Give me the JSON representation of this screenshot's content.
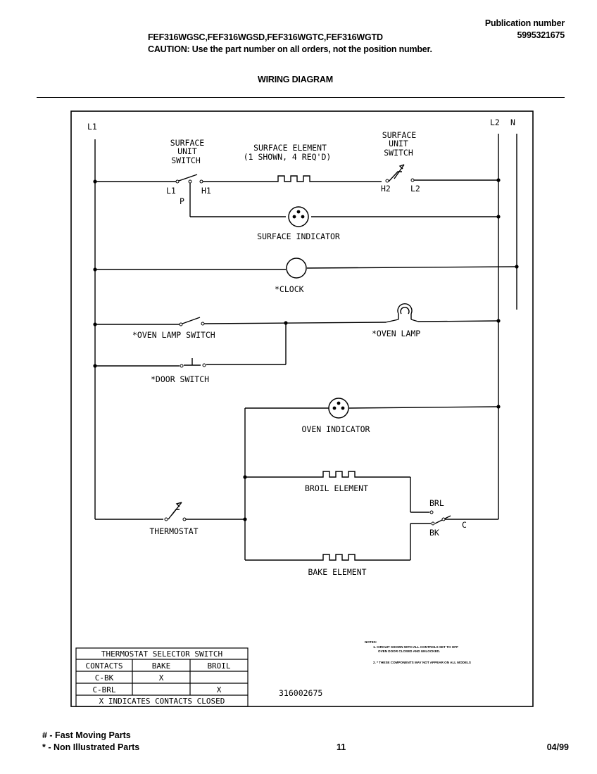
{
  "header": {
    "publication_label": "Publication number",
    "publication_number": "5995321675",
    "models": "FEF316WGSC,FEF316WGSD,FEF316WGTC,FEF316WGTD",
    "caution_prefix": "CAUTION:",
    "caution_text": " Use the part number on all orders, not the position number.",
    "diagram_title": "WIRING DIAGRAM"
  },
  "diagram": {
    "terminals": {
      "l1": "L1",
      "l2": "L2",
      "n": "N"
    },
    "surface_switch_left": {
      "line1": "SURFACE",
      "line2": "UNIT",
      "line3": "SWITCH",
      "t_l1": "L1",
      "t_h1": "H1",
      "t_p": "P"
    },
    "surface_element": {
      "line1": "SURFACE ELEMENT",
      "line2": "(1 SHOWN, 4 REQ'D)"
    },
    "surface_switch_right": {
      "line1": "SURFACE",
      "line2": "UNIT",
      "line3": "SWITCH",
      "t_h2": "H2",
      "t_l2": "L2"
    },
    "surface_indicator": "SURFACE INDICATOR",
    "clock": "*CLOCK",
    "oven_lamp_switch": "*OVEN LAMP SWITCH",
    "oven_lamp": "*OVEN LAMP",
    "door_switch": "*DOOR SWITCH",
    "oven_indicator": "OVEN INDICATOR",
    "broil_element": "BROIL ELEMENT",
    "bake_element": "BAKE ELEMENT",
    "thermostat": "THERMOSTAT",
    "selector": {
      "brl": "BRL",
      "bk": "BK",
      "c": "C"
    },
    "table": {
      "title": "THERMOSTAT SELECTOR SWITCH",
      "headers": [
        "CONTACTS",
        "BAKE",
        "BROIL"
      ],
      "rows": [
        [
          "C-BK",
          "X",
          ""
        ],
        [
          "C-BRL",
          "",
          "X"
        ]
      ],
      "footer": "X INDICATES CONTACTS CLOSED"
    },
    "notes": {
      "title": "NOTES:",
      "n1a": "1. CIRCUIT SHOWN WITH ALL CONTROLS SET TO OFF",
      "n1b": "OVEN DOOR CLOSED AND UNLOCKED.",
      "n2": "2. * THESE COMPONENTS MAY NOT APPEAR ON ALL MODELS"
    },
    "drawing_number": "316002675"
  },
  "footer": {
    "fast_moving": "# - Fast Moving Parts",
    "non_illustrated": "* - Non Illustrated Parts",
    "page": "11",
    "date": "04/99"
  }
}
